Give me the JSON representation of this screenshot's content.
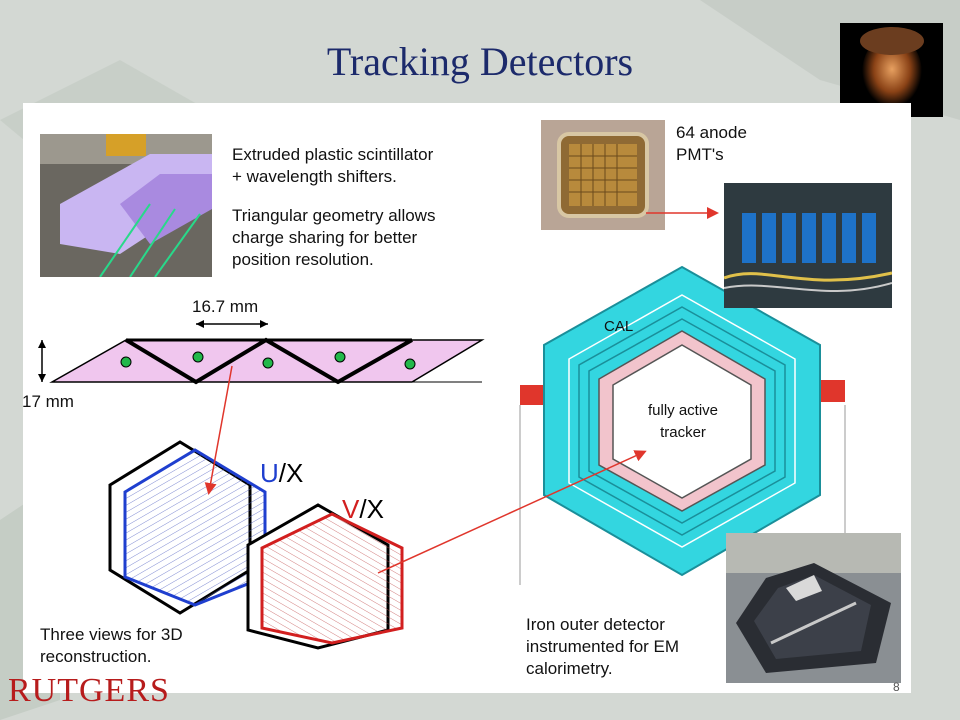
{
  "slide": {
    "title": "Tracking Detectors",
    "page_number": "8"
  },
  "left": {
    "desc1_line1": "Extruded plastic scintillator",
    "desc1_line2": "+ wavelength shifters.",
    "desc2_line1": "Triangular geometry allows",
    "desc2_line2": "charge sharing for better",
    "desc2_line3": "position resolution.",
    "width_dim": "16.7 mm",
    "height_dim": "17 mm",
    "view_u_first": "U",
    "view_v_first": "V",
    "view_sep": "/X",
    "caption_line1": "Three views for 3D",
    "caption_line2": "reconstruction."
  },
  "right": {
    "pmt_line1": "64 anode",
    "pmt_line2": "PMT's",
    "cal_label": "CAL",
    "tracker_line1": "fully active",
    "tracker_line2": "tracker",
    "iron_line1": "Iron outer detector",
    "iron_line2": "instrumented for EM",
    "iron_line3": "calorimetry."
  },
  "logo": {
    "text": "RUTGERS"
  },
  "colors": {
    "title": "#1c2a6b",
    "u_view": "#1f3fcf",
    "v_view": "#d21f1f",
    "cal": "#33d6e0",
    "tracker": "#f2c4cc",
    "strip": "#f0c6ee",
    "fiber": "#22b84a",
    "arrow": "#e0362c"
  }
}
